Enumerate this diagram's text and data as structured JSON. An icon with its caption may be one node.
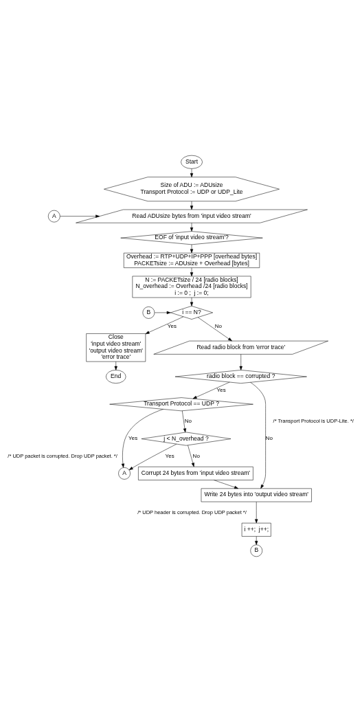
{
  "diagram": {
    "nodes": [
      {
        "text": [
          "Start"
        ]
      },
      {
        "text": [
          "Size of ADU := ADUsize",
          "Transport Protocol := UDP or UDP_Lite"
        ]
      },
      {
        "text": [
          "A"
        ]
      },
      {
        "text": [
          "Read ADUsize bytes from 'input video stream'"
        ]
      },
      {
        "text": [
          "EOF of 'input video stream'?"
        ]
      },
      {
        "text": [
          "Overhead := RTP+UDP+IP+PPP [overhead bytes]",
          "PACKETsize := ADUsize + Overhead [bytes]"
        ]
      },
      {
        "text": [
          "N := PACKETsize / 24 [radio blocks]",
          "N_overhead := Overhead /24 [radio blocks]",
          "i := 0 ;  j := 0;"
        ]
      },
      {
        "text": [
          "B"
        ]
      },
      {
        "text": [
          "i == N?"
        ]
      },
      {
        "text": [
          "Close",
          "'input video stream'",
          "'output video stream'",
          "'error trace'"
        ]
      },
      {
        "text": [
          "End"
        ]
      },
      {
        "text": [
          "Read radio block from 'error trace'"
        ]
      },
      {
        "text": [
          "radio block == corrupted ?"
        ]
      },
      {
        "text": [
          "Transport Protocol == UDP ?"
        ]
      },
      {
        "text": [
          "j < N_overhead ?"
        ]
      },
      {
        "text": [
          "Corrupt 24 bytes from 'input video stream'"
        ]
      },
      {
        "text": [
          "Write 24 bytes into 'output video stream'"
        ]
      },
      {
        "text": [
          "i ++;  j++;"
        ]
      },
      {
        "text": [
          "A"
        ]
      },
      {
        "text": [
          "B"
        ]
      }
    ],
    "edges": [
      {
        "from": 0,
        "to": 1,
        "arrow": "to"
      },
      {
        "from": 1,
        "to": 3,
        "arrow": "to"
      },
      {
        "from": 2,
        "to": 3,
        "arrow": "to"
      },
      {
        "from": 3,
        "to": 4,
        "arrow": "to"
      },
      {
        "from": 4,
        "to": 5,
        "arrow": "to"
      },
      {
        "from": 5,
        "to": 6,
        "arrow": "to"
      },
      {
        "from": 6,
        "to": 8,
        "arrow": "to"
      },
      {
        "from": 7,
        "to": 8,
        "arrow": "to"
      },
      {
        "from": 8,
        "to": 9,
        "label": "Yes",
        "arrow": "to"
      },
      {
        "from": 8,
        "to": 11,
        "label": "No",
        "arrow": "to"
      },
      {
        "from": 9,
        "to": 10,
        "arrow": "to"
      },
      {
        "from": 11,
        "to": 12,
        "arrow": "to"
      },
      {
        "from": 12,
        "to": 13,
        "label": "Yes",
        "arrow": "to"
      },
      {
        "from": 12,
        "to": 16,
        "label": "No",
        "arrow": "to"
      },
      {
        "from": 13,
        "to": 14,
        "label": "No",
        "arrow": "to"
      },
      {
        "from": 13,
        "to": 18,
        "label": "Yes",
        "arrow": "to"
      },
      {
        "from": 14,
        "to": 15,
        "label": "No",
        "arrow": "to"
      },
      {
        "from": 14,
        "to": 18,
        "label": "Yes",
        "arrow": "to"
      },
      {
        "from": 15,
        "to": 16,
        "arrow": "to"
      },
      {
        "from": 16,
        "to": 17,
        "arrow": "to"
      },
      {
        "from": 17,
        "to": 19,
        "arrow": "to"
      }
    ],
    "labels": [
      "/* Transport Protocol is UDP-Lite. */",
      "/* UDP packet is corrupted. Drop UDP packet. */",
      "/* UDP header is corrupted. Drop UDP packet */"
    ]
  }
}
